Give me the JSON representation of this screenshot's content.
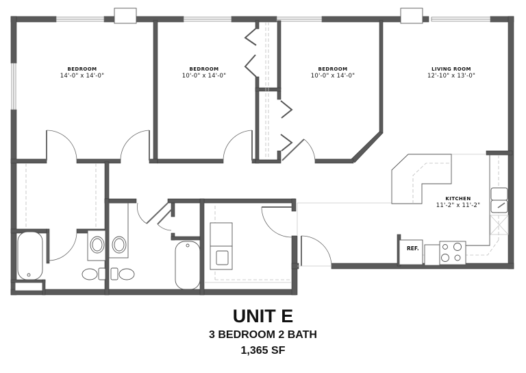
{
  "title_block": {
    "unit": "UNIT E",
    "config": "3 BEDROOM 2 BATH",
    "area": "1,365 SF"
  },
  "rooms": [
    {
      "id": "bedroom-1",
      "name": "BEDROOM",
      "dims": "14'-0\" x 14'-0\""
    },
    {
      "id": "bedroom-2",
      "name": "BEDROOM",
      "dims": "10'-0\" x 14'-0\""
    },
    {
      "id": "bedroom-3",
      "name": "BEDROOM",
      "dims": "10'-0\" x 14'-0\""
    },
    {
      "id": "living-room",
      "name": "LIVING ROOM",
      "dims": "12'-10\" x 13'-0\""
    },
    {
      "id": "kitchen",
      "name": "KITCHEN",
      "dims": "11'-2\" x 11'-2\""
    }
  ],
  "fixtures": {
    "refrigerator": "REF."
  },
  "colors": {
    "wall": "#5a5a5a",
    "background": "#ffffff",
    "text": "#111111"
  }
}
